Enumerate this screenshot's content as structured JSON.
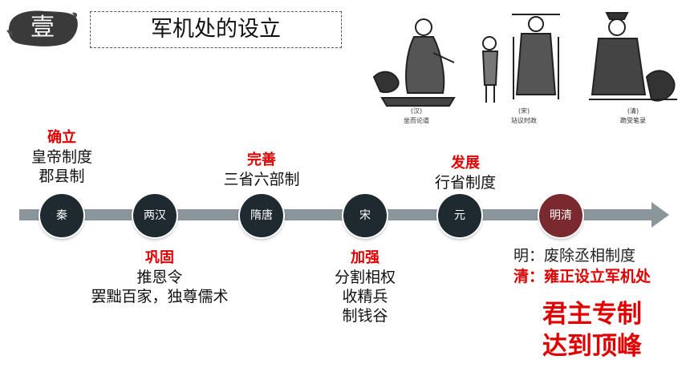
{
  "header": {
    "badge_char": "壹",
    "title": "军机处的设立"
  },
  "images": [
    {
      "dynasty": "(汉)",
      "caption": "坐而论道"
    },
    {
      "dynasty": "(宋)",
      "caption": "站议时政"
    },
    {
      "dynasty": "(清)",
      "caption": "跪受笔录"
    }
  ],
  "timeline": {
    "nodes": [
      "秦",
      "两汉",
      "隋唐",
      "宋",
      "元",
      "明清"
    ],
    "top_labels": [
      {
        "heading": "确立",
        "lines": [
          "皇帝制度",
          "郡县制"
        ]
      },
      {
        "heading": "完善",
        "lines": [
          "三省六部制"
        ]
      },
      {
        "heading": "发展",
        "lines": [
          "行省制度"
        ]
      }
    ],
    "bottom_labels": [
      {
        "heading": "巩固",
        "lines": [
          "推恩令",
          "罢黜百家，独尊儒术"
        ]
      },
      {
        "heading": "加强",
        "lines": [
          "分割相权",
          "收精兵",
          "制钱谷"
        ]
      }
    ],
    "ming_qing": {
      "line1": "明：废除丞相制度",
      "line2": "清：雍正设立军机处"
    },
    "conclusion": [
      "君主专制",
      "达到顶峰"
    ]
  },
  "colors": {
    "accent_red": "#e00000",
    "node_dark": "#1f2a30",
    "node_active": "#7a2a2e",
    "arrow_gray": "#8a969b"
  }
}
